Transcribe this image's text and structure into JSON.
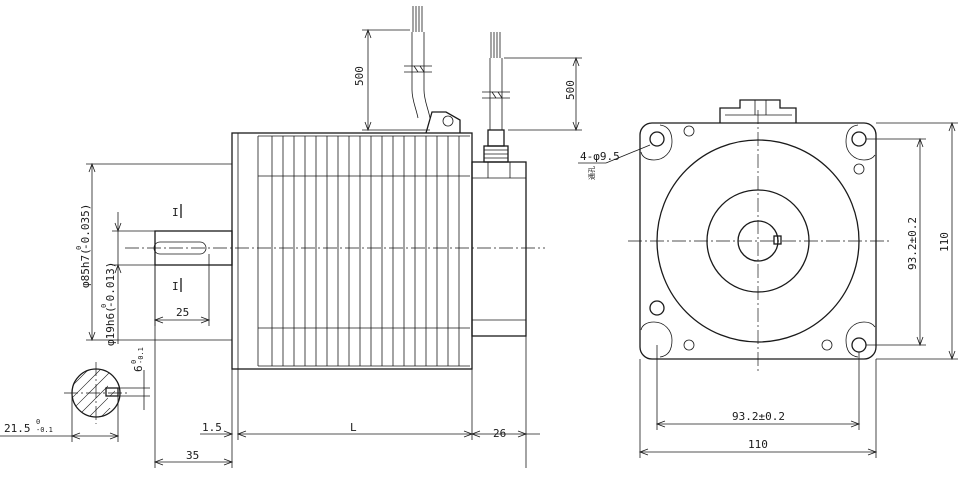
{
  "drawing": {
    "dim_cable_left": "500",
    "dim_cable_right": "500",
    "dim_flange_dia_main": "φ85h7(",
    "dim_flange_dia_tol_upper": "0",
    "dim_flange_dia_tol_close": "-0.035)",
    "dim_shaft_dia_main": "φ19h6(",
    "dim_shaft_dia_tol_upper": "0",
    "dim_shaft_dia_tol_close": "-0.013)",
    "dim_key_length": "25",
    "dim_key_width_main": "6",
    "dim_key_width_tol_upper": "0",
    "dim_key_width_tol_lower": "-0.1",
    "dim_shaft_flat_main": "21.5",
    "dim_shaft_flat_tol_upper": "0",
    "dim_shaft_flat_tol_lower": "-0.1",
    "dim_flange_thickness": "1.5",
    "dim_shaft_length": "35",
    "dim_body_length": "L",
    "dim_rear_length": "26",
    "dim_holes_main": "4-φ9.5",
    "dim_holes_sub": "通孔",
    "dim_hole_pitch_horizontal": "93.2±0.2",
    "dim_hole_pitch_vertical": "93.2±0.2",
    "dim_flange_width": "110",
    "dim_flange_height": "110",
    "section_mark_top": "I",
    "section_mark_bottom": "I"
  }
}
